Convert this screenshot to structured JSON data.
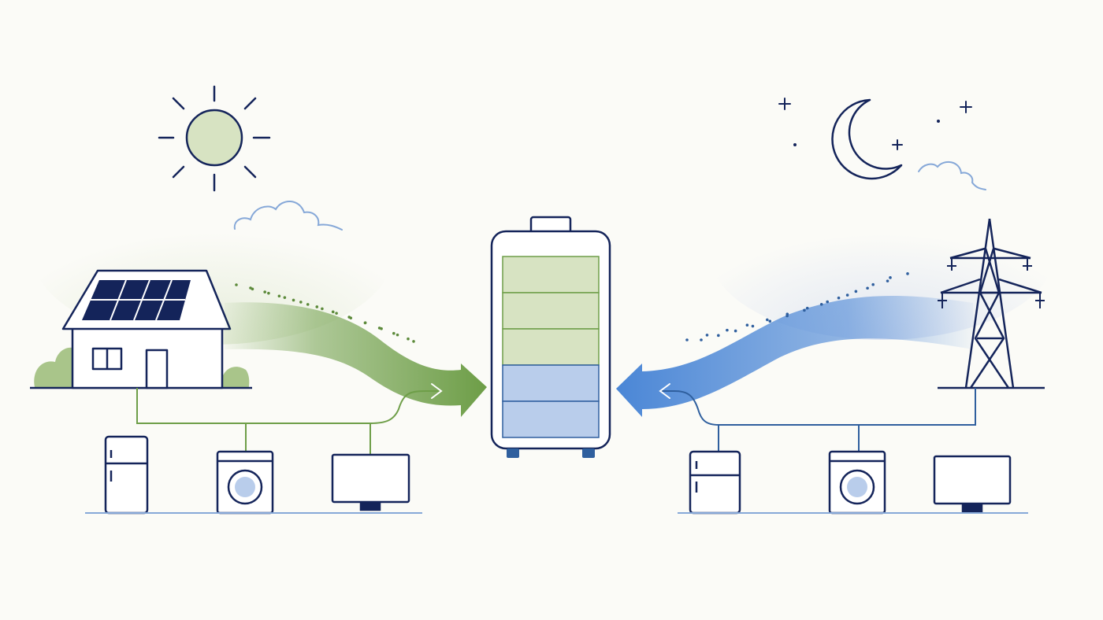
{
  "colors": {
    "background": "#FBFBF7",
    "outline": "#14245A",
    "solar_green": "#6E9E48",
    "solar_green_fill": "#D7E3C2",
    "grid_blue": "#4A86D6",
    "grid_blue_fill": "#B9CDEB",
    "line_blue": "#2F5F9E"
  },
  "battery": {
    "charge_segments": [
      {
        "source": "solar",
        "color": "#D7E3C2"
      },
      {
        "source": "solar",
        "color": "#D7E3C2"
      },
      {
        "source": "solar",
        "color": "#D7E3C2"
      },
      {
        "source": "grid",
        "color": "#B9CDEB"
      },
      {
        "source": "grid",
        "color": "#B9CDEB"
      }
    ]
  },
  "left_scene": {
    "sky": "sun-icon",
    "source": "solar-house",
    "flow_color": "#6E9E48",
    "appliances": [
      "fridge-icon",
      "washing-machine-icon",
      "tv-icon"
    ]
  },
  "right_scene": {
    "sky": "moon-icon",
    "source": "transmission-tower",
    "flow_color": "#4A86D6",
    "appliances": [
      "fridge-icon",
      "washing-machine-icon",
      "tv-icon"
    ]
  }
}
